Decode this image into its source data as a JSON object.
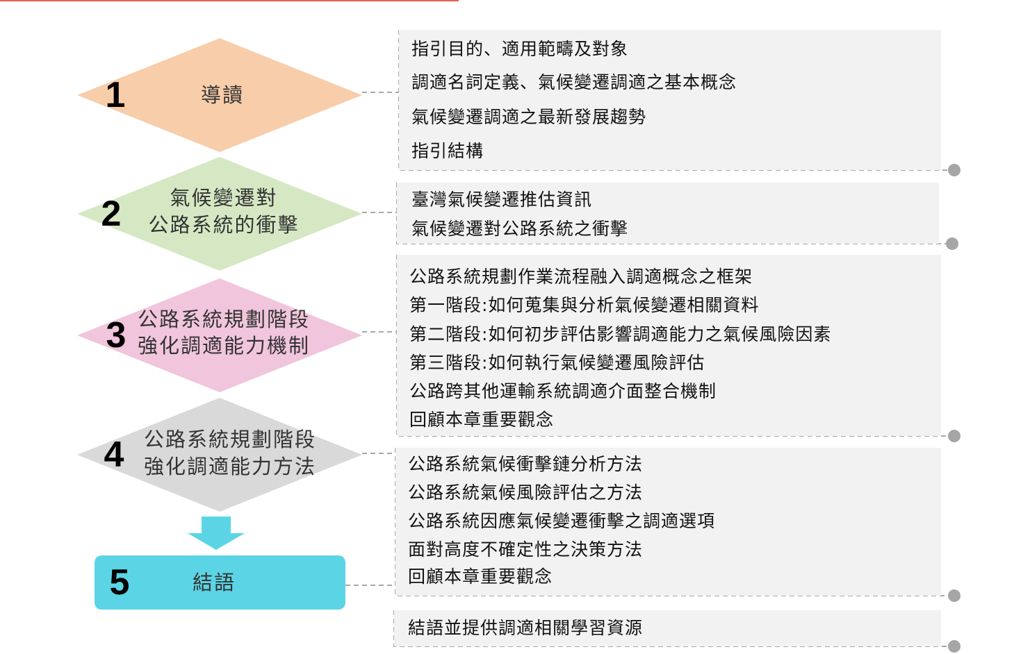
{
  "chapters": [
    {
      "number": "1",
      "title_lines": [
        "導讀"
      ],
      "color": "#f8cdaa",
      "items": [
        "指引目的、適用範疇及對象",
        "調適名詞定義、氣候變遷調適之基本概念",
        "氣候變遷調適之最新發展趨勢",
        "指引結構"
      ]
    },
    {
      "number": "2",
      "title_lines": [
        "氣候變遷對",
        "公路系統的衝擊"
      ],
      "color": "#d6e8c3",
      "items": [
        "臺灣氣候變遷推估資訊",
        "氣候變遷對公路系統之衝擊"
      ]
    },
    {
      "number": "3",
      "title_lines": [
        "公路系統規劃階段",
        "強化調適能力機制"
      ],
      "color": "#f1c5dc",
      "items": [
        "公路系統規劃作業流程融入調適概念之框架",
        "第一階段:如何蒐集與分析氣候變遷相關資料",
        "第二階段:如何初步評估影響調適能力之氣候風險因素",
        "第三階段:如何執行氣候變遷風險評估",
        "公路跨其他運輸系統調適介面整合機制",
        "回顧本章重要觀念"
      ]
    },
    {
      "number": "4",
      "title_lines": [
        "公路系統規劃階段",
        "強化調適能力方法"
      ],
      "color": "#d9d9d9",
      "items": [
        "公路系統氣候衝擊鏈分析方法",
        "公路系統氣候風險評估之方法",
        "公路系統因應氣候變遷衝擊之調適選項",
        "面對高度不確定性之決策方法",
        "回顧本章重要觀念"
      ]
    },
    {
      "number": "5",
      "title_lines": [
        "結語"
      ],
      "color": "#5bd5e6",
      "items": [
        "結語並提供調適相關學習資源"
      ]
    }
  ],
  "colors": {
    "top_accent": "#e8604c",
    "arrow": "#5bd5e6",
    "panel": "#f2f2f2",
    "connector": "#a8a8a8",
    "dot": "#a6a6a6"
  }
}
